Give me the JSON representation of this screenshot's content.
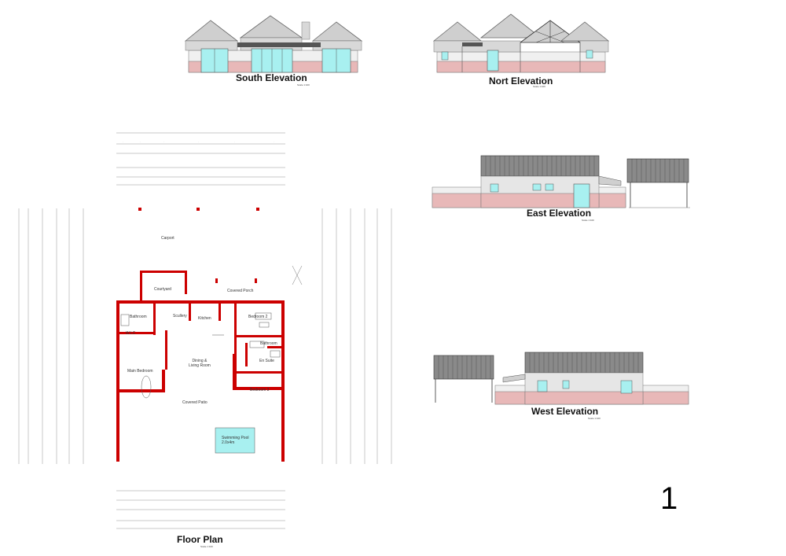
{
  "sheet": {
    "number": "1"
  },
  "drawings": {
    "south": {
      "title": "South Elevation",
      "scale": "Scale 1:100"
    },
    "north": {
      "title": "Nort Elevation",
      "scale": "Scale 1:100"
    },
    "east": {
      "title": "East Elevation",
      "scale": "Scale 1:100"
    },
    "west": {
      "title": "West Elevation",
      "scale": "Scale 1:100"
    },
    "plan": {
      "title": "Floor Plan",
      "scale": "Scale 1:100"
    }
  },
  "rooms": {
    "carport": "Carport",
    "courtyard": "Courtyard",
    "covered_porch": "Covered Porch",
    "bathroom": "Bathroom",
    "scullery": "Scullery",
    "kitchen": "Kitchen",
    "bedroom2": "Bedroom 2",
    "bathroom2": "Bathroom",
    "en_suite": "En Suite",
    "dining_living": "Dining &\nLiving Room",
    "main_bedroom": "Main Bedroom",
    "bedroom3": "Bedroom 3",
    "covered_patio": "Covered Patio",
    "pool": "Swimming Pool\n2.0x4m",
    "wic": "W.I.C"
  },
  "colors": {
    "wall": "#cc0000",
    "roof": "#cfcfcf",
    "roof_dark": "#666666",
    "brick": "#e8b8b8",
    "glass": "#a8f0f0",
    "pool": "#a8f0f0"
  }
}
